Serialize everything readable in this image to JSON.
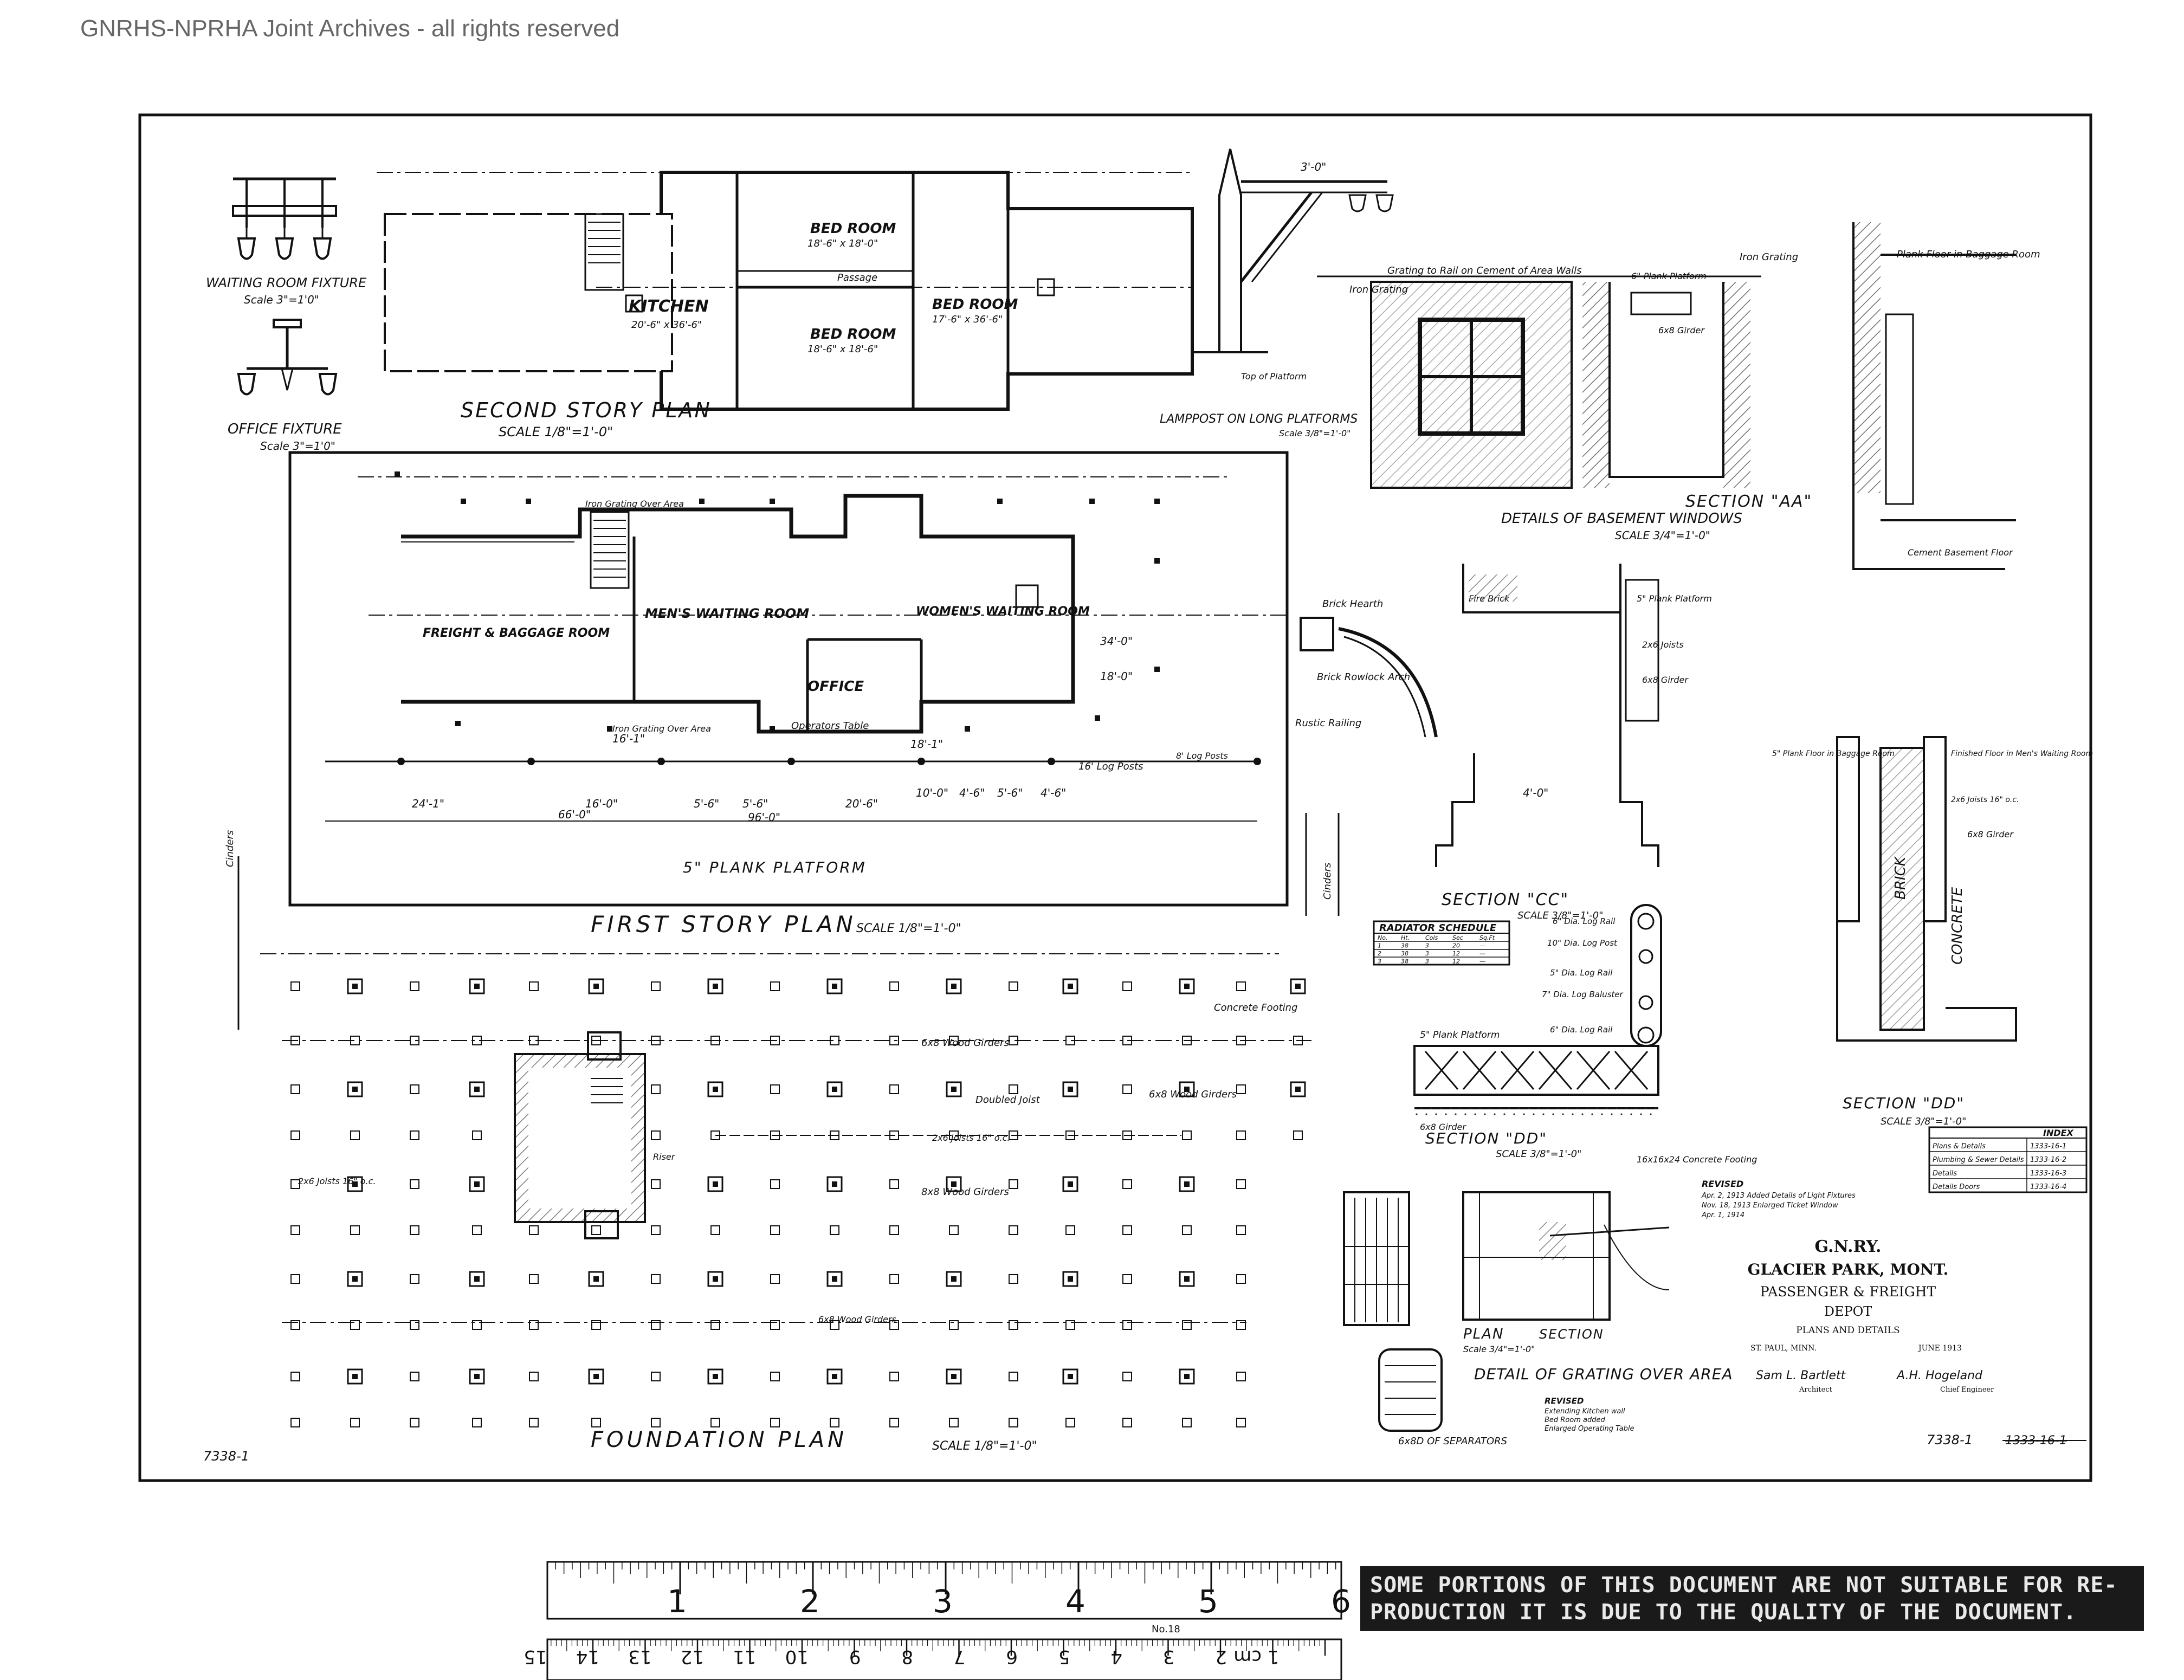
{
  "watermark": "GNRHS-NPRHA Joint Archives - all rights reserved",
  "drawing_number": "7338-1",
  "drawing_number_right": "7338-1",
  "drawing_number_struck": "1333-16-1",
  "plans": {
    "second_story": {
      "title": "SECOND STORY PLAN",
      "scale": "SCALE 1/8\"=1'-0\"",
      "rooms": [
        {
          "label": "KITCHEN",
          "size": "20'-6\" x 36'-6\""
        },
        {
          "label": "BED ROOM",
          "size": "18'-6\" x 18'-0\""
        },
        {
          "label": "BED ROOM",
          "size": "18'-6\" x 18'-6\""
        },
        {
          "label": "BED ROOM",
          "size": "17'-6\" x 36'-6\""
        }
      ],
      "passage": "Passage"
    },
    "first_story": {
      "title": "FIRST STORY PLAN",
      "scale": "SCALE 1/8\"=1'-0\"",
      "rooms": [
        {
          "label": "FREIGHT & BAGGAGE ROOM"
        },
        {
          "label": "MEN'S WAITING ROOM"
        },
        {
          "label": "WOMEN'S WAITING ROOM"
        },
        {
          "label": "OFFICE"
        }
      ],
      "platform": "5\" PLANK PLATFORM",
      "notes": [
        "Iron Grating Over Area",
        "Rustic Railing",
        "Cinders",
        "Cinders",
        "16' Log Posts",
        "8' Log Posts",
        "Operators Table"
      ],
      "dims": [
        "24'-1\"",
        "16'-0\"",
        "5'-6\"",
        "5'-6\"",
        "20'-6\"",
        "10'-0\"",
        "4'-6\"",
        "5'-6\"",
        "4'-6\"",
        "16'-1\"",
        "96'-0\"",
        "66'-0\"",
        "18'-1\"",
        "34'-0\"",
        "18'-0\""
      ]
    },
    "foundation": {
      "title": "FOUNDATION PLAN",
      "scale": "SCALE 1/8\"=1'-0\"",
      "notes": [
        "6x8 Wood Girders",
        "6x8 Wood Girders",
        "8x8 Wood Girders",
        "Concrete Footing",
        "Doubled Joist",
        "2x6 Joists 16\" o.c.",
        "Riser"
      ]
    }
  },
  "fixtures": {
    "waiting_room": {
      "title": "WAITING ROOM FIXTURE",
      "scale": "Scale 3\"=1'0\""
    },
    "office": {
      "title": "OFFICE FIXTURE",
      "scale": "Scale 3\"=1'0\""
    }
  },
  "lamppost": {
    "title": "LAMPPOST ON LONG PLATFORMS",
    "scale": "Scale 3/8\"=1'-0\"",
    "note": "Top of Platform",
    "dim": "3'-0\""
  },
  "section_aa": {
    "title": "SECTION \"AA\"",
    "notes": [
      "Grating to Rail on Cement of Area Walls",
      "Iron Grating",
      "Iron Grating",
      "Plank Floor in Baggage Room",
      "6\" Plank Platform",
      "6x8 Girder",
      "Cement Basement Floor"
    ]
  },
  "basement_windows": {
    "title": "DETAILS OF BASEMENT WINDOWS",
    "scale": "SCALE 3/4\"=1'-0\""
  },
  "section_cc": {
    "title": "SECTION \"CC\"",
    "scale": "SCALE 3/8\"=1'-0\"",
    "notes": [
      "Brick Hearth",
      "Fire Brick",
      "Brick Rowlock Arch",
      "5\" Plank Platform",
      "2x6 Joists",
      "6x8 Girder"
    ],
    "dim": "4'-0\""
  },
  "section_dd": {
    "title": "SECTION \"DD\"",
    "scale": "SCALE 3/8\"=1'-0\"",
    "notes": [
      "5\" Plank Floor in Baggage Room",
      "Finished Floor in Men's Waiting Room",
      "2x6 Joists 16\" o.c.",
      "6x8 Girder",
      "BRICK",
      "CONCRETE"
    ]
  },
  "section_dd_platform": {
    "title": "SECTION \"DD\"",
    "scale": "SCALE 3/8\"=1'-0\"",
    "notes": [
      "6\" Dia. Log Rail",
      "10\" Dia. Log Post",
      "5\" Dia. Log Rail",
      "7\" Dia. Log Baluster",
      "6\" Dia. Log Rail",
      "5\" Plank Platform",
      "6x8 Girder",
      "16x16x24 Concrete Footing"
    ]
  },
  "radiator_schedule": {
    "title": "RADIATOR SCHEDULE",
    "rows": [
      [
        "No.",
        "Ht.",
        "Cols",
        "Sec",
        "Sq.Ft"
      ],
      [
        "1",
        "38",
        "3",
        "20",
        "—"
      ],
      [
        "2",
        "38",
        "3",
        "12",
        "—"
      ],
      [
        "3",
        "38",
        "3",
        "12",
        "—"
      ]
    ]
  },
  "index": {
    "title": "INDEX",
    "items": [
      {
        "label": "Plans & Details",
        "ref": "1333-16-1"
      },
      {
        "label": "Plumbing & Sewer Details",
        "ref": "1333-16-2"
      },
      {
        "label": "Details",
        "ref": "1333-16-3"
      },
      {
        "label": "Details Doors",
        "ref": "1333-16-4"
      }
    ]
  },
  "revised_block": {
    "title": "REVISED",
    "lines": [
      "Apr. 2, 1913 Added Details of Light Fixtures",
      "Nov. 18, 1913 Enlarged Ticket Window",
      "Apr. 1, 1914"
    ]
  },
  "grating": {
    "title": "DETAIL OF GRATING OVER AREA",
    "plan": "PLAN",
    "section": "SECTION",
    "scale": "Scale 3/4\"=1'-0\"",
    "separators": "6x8D OF SEPARATORS"
  },
  "revised_bottom": {
    "title": "REVISED",
    "lines": [
      "Extending Kitchen wall",
      "Bed Room added",
      "Enlarged Operating Table"
    ]
  },
  "title_block": {
    "railway": "G.N.RY.",
    "location": "GLACIER PARK, MONT.",
    "title": "PASSENGER & FREIGHT",
    "subtitle": "DEPOT",
    "sheet": "PLANS AND DETAILS",
    "place": "ST. PAUL, MINN.",
    "date": "JUNE 1913",
    "architect_sig": "Sam L. Bartlett",
    "architect_role": "Architect",
    "engineer_sig": "A.H. Hogeland",
    "engineer_role": "Chief Engineer"
  },
  "ruler": {
    "inches": [
      "1",
      "2",
      "3",
      "4",
      "5",
      "6"
    ],
    "cm": [
      "1 cm",
      "2",
      "3",
      "4",
      "5",
      "6",
      "7",
      "8",
      "9",
      "10",
      "11",
      "12",
      "13",
      "14",
      "15"
    ],
    "model": "No.18"
  },
  "notice": {
    "line1": "SOME PORTIONS OF THIS DOCUMENT ARE NOT SUITABLE FOR RE-",
    "line2": "PRODUCTION IT IS DUE TO THE QUALITY OF THE DOCUMENT."
  }
}
